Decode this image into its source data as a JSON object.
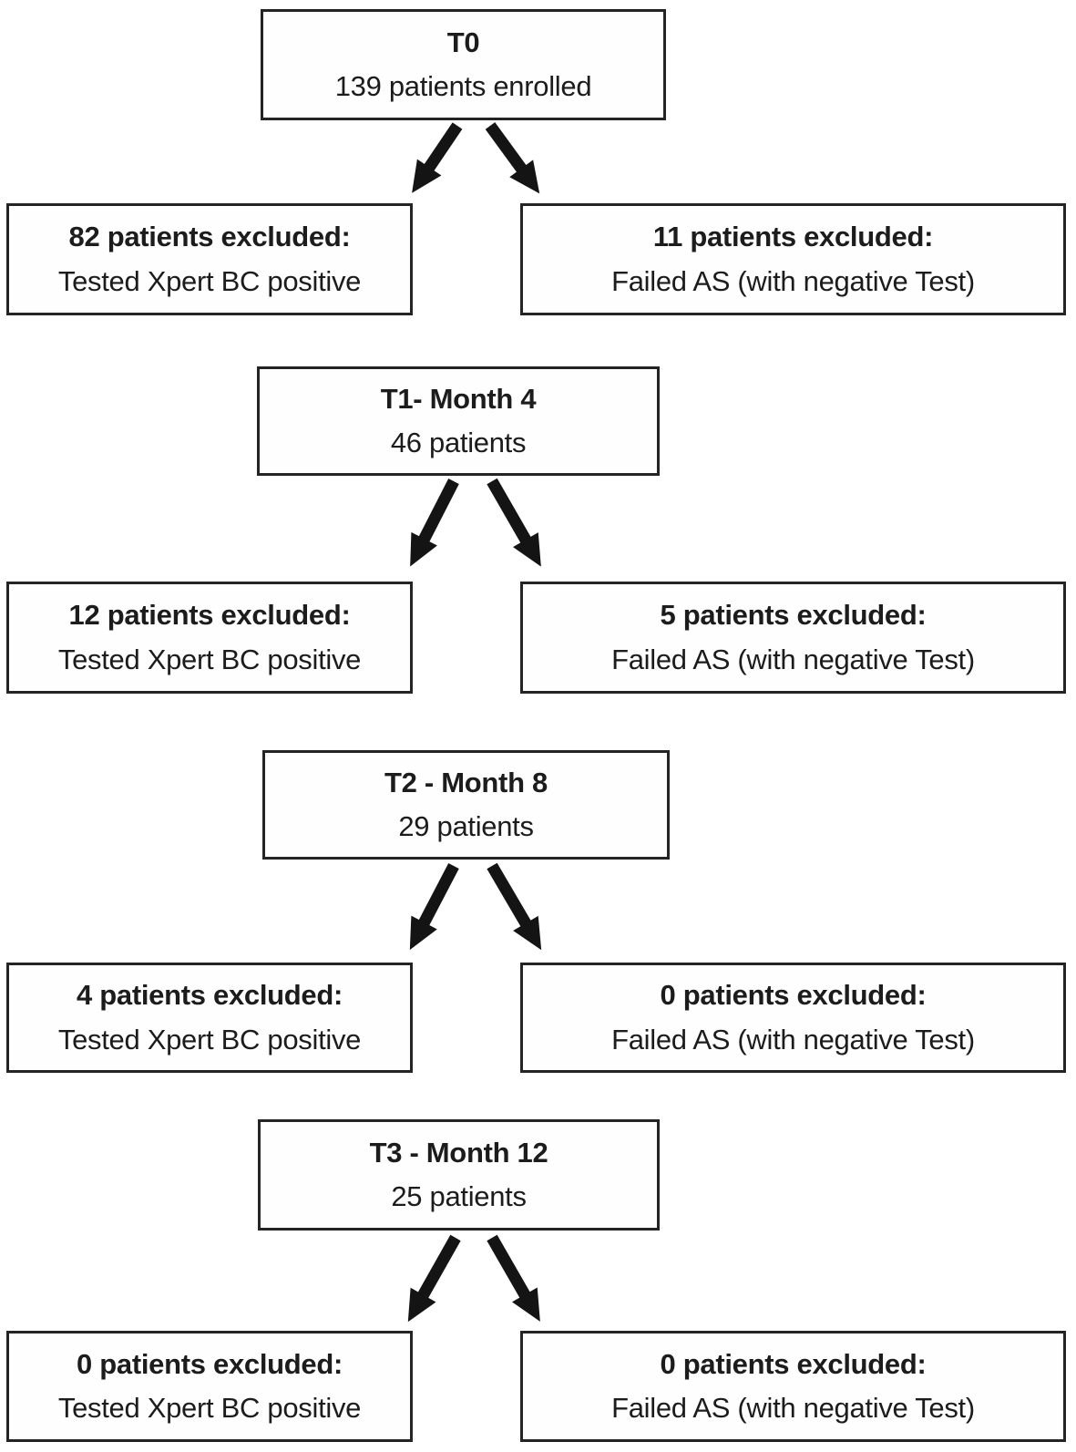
{
  "palette": {
    "background": "#ffffff",
    "border": "#242424",
    "text": "#1c1c1c",
    "arrow": "#141414"
  },
  "flow": {
    "stages": [
      {
        "title": "T0",
        "subtitle": "139 patients enrolled"
      },
      {
        "title": "T1- Month 4",
        "subtitle": "46 patients"
      },
      {
        "title": "T2 - Month 8",
        "subtitle": "29 patients"
      },
      {
        "title": "T3 - Month 12",
        "subtitle": "25 patients"
      }
    ],
    "exclusion_rows": [
      {
        "left": {
          "headline": "82 patients excluded:",
          "detail": "Tested Xpert BC positive"
        },
        "right": {
          "headline": "11 patients excluded:",
          "detail": "Failed AS (with negative Test)"
        }
      },
      {
        "left": {
          "headline": "12 patients excluded:",
          "detail": "Tested Xpert BC positive"
        },
        "right": {
          "headline": "5 patients excluded:",
          "detail": "Failed AS (with negative Test)"
        }
      },
      {
        "left": {
          "headline": "4 patients excluded:",
          "detail": "Tested Xpert BC positive"
        },
        "right": {
          "headline": "0 patients excluded:",
          "detail": "Failed AS (with negative Test)"
        }
      },
      {
        "left": {
          "headline": "0 patients excluded:",
          "detail": "Tested Xpert BC positive"
        },
        "right": {
          "headline": "0 patients excluded:",
          "detail": "Failed AS (with negative Test)"
        }
      }
    ]
  }
}
